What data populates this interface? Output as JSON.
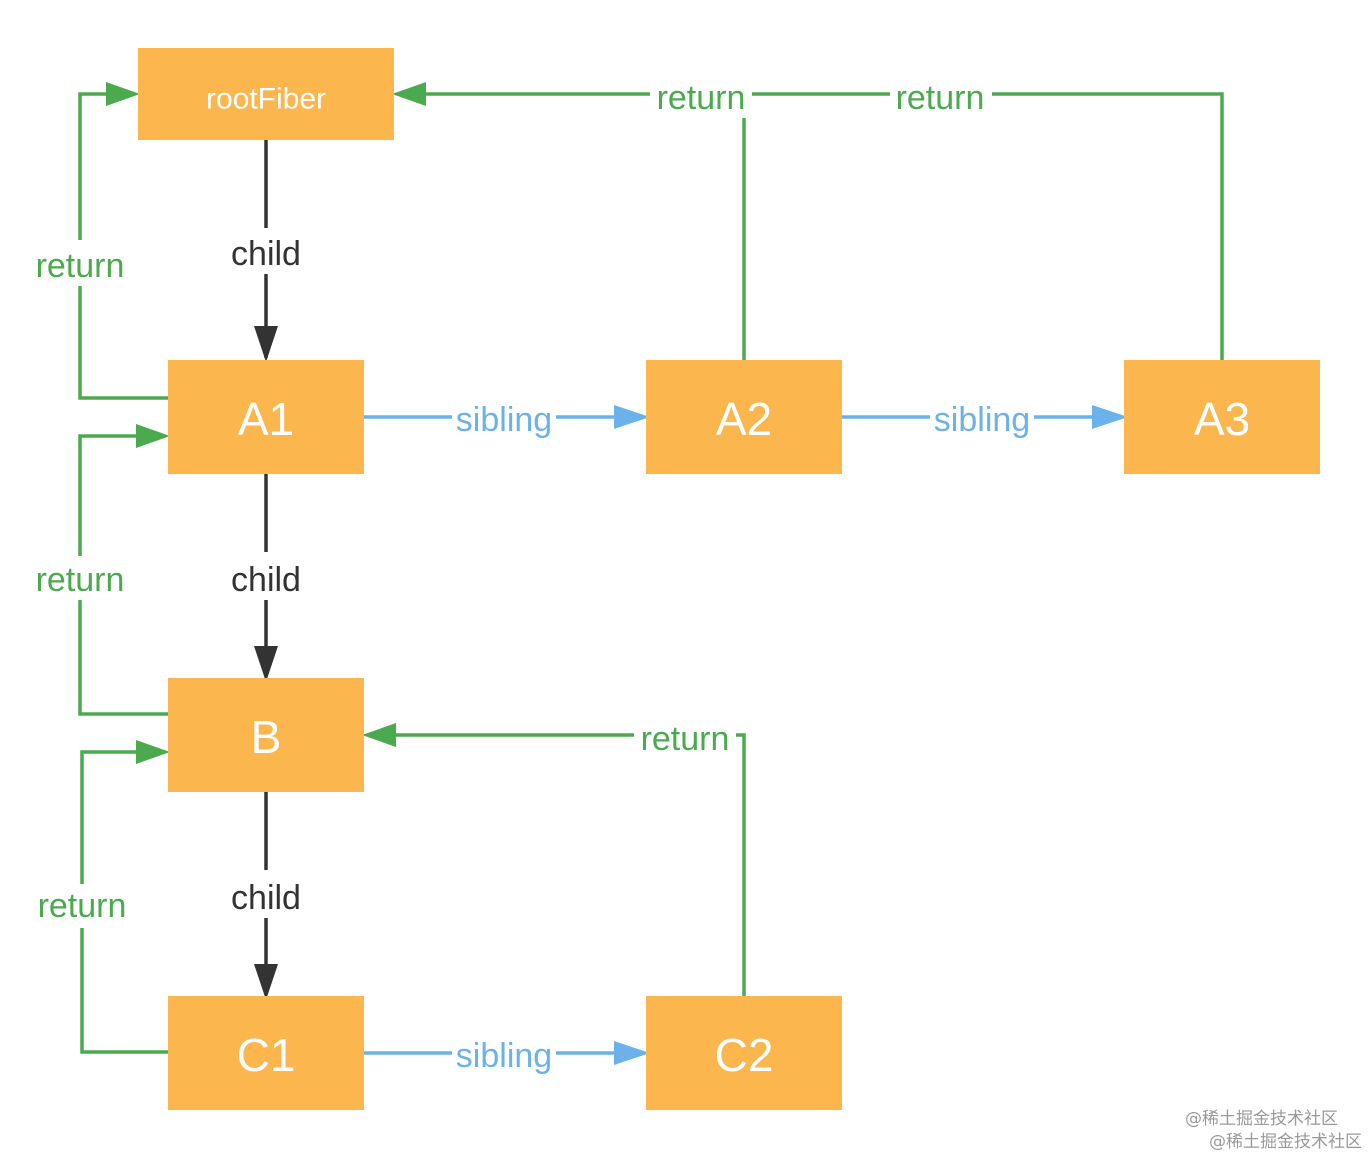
{
  "colors": {
    "node_fill": "#FBB64E",
    "child_edge": "#333333",
    "sibling_edge": "#6BB2EA",
    "return_edge": "#4BAA4D",
    "background": "#FFFFFF"
  },
  "nodes": {
    "rootFiber": "rootFiber",
    "A1": "A1",
    "A2": "A2",
    "A3": "A3",
    "B": "B",
    "C1": "C1",
    "C2": "C2"
  },
  "edges": {
    "child_label": "child",
    "sibling_label": "sibling",
    "return_label": "return"
  },
  "watermark": [
    "@稀土掘金技术社区",
    "@稀土掘金技术社区"
  ]
}
